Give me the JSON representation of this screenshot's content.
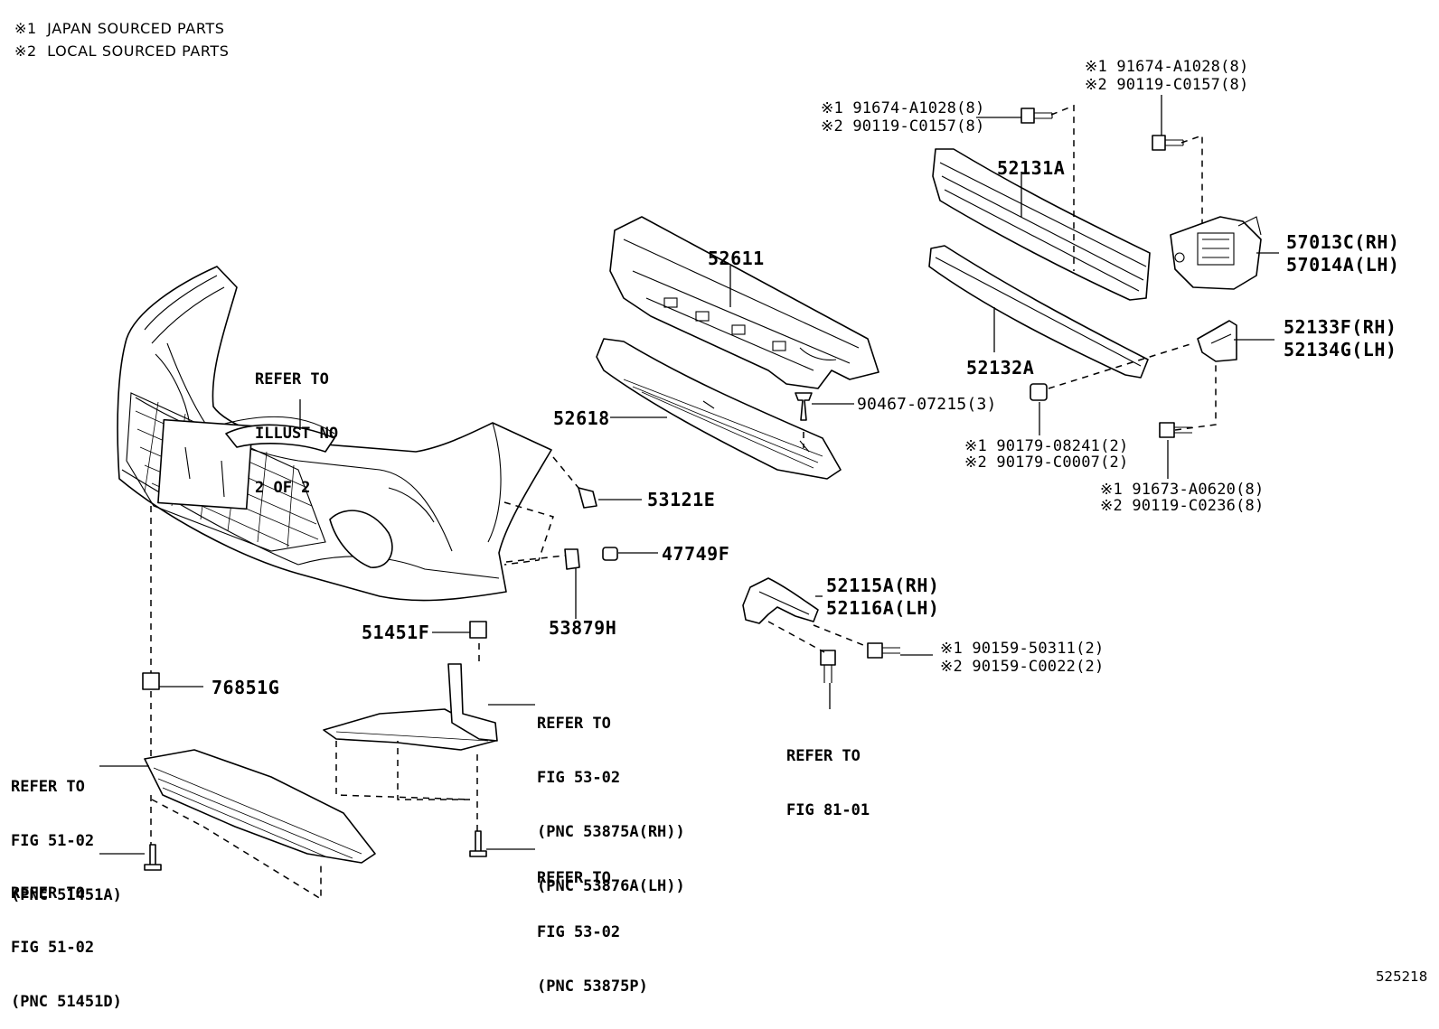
{
  "notes": [
    {
      "mark": "※1",
      "text": "JAPAN SOURCED PARTS"
    },
    {
      "mark": "※2",
      "text": "LOCAL SOURCED PARTS"
    }
  ],
  "parts": {
    "p52611": "52611",
    "p52618": "52618",
    "p52131A": "52131A",
    "p52132A": "52132A",
    "p57013C": "57013C(RH)",
    "p57014A": "57014A(LH)",
    "p52133F": "52133F(RH)",
    "p52134G": "52134G(LH)",
    "p53121E": "53121E",
    "p47749F": "47749F",
    "p53879H": "53879H",
    "p51451F": "51451F",
    "p76851G": "76851G",
    "p52115A": "52115A(RH)",
    "p52116A": "52116A(LH)",
    "p90467": "90467-07215(3)"
  },
  "fasteners": {
    "f1a": "※1 91674-A1028(8)",
    "f1b": "※2 90119-C0157(8)",
    "f2a": "※1 91674-A1028(8)",
    "f2b": "※2 90119-C0157(8)",
    "f3a": "※1 90179-08241(2)",
    "f3b": "※2 90179-C0007(2)",
    "f4a": "※1 91673-A0620(8)",
    "f4b": "※2 90119-C0236(8)",
    "f5a": "※1 90159-50311(2)",
    "f5b": "※2 90159-C0022(2)"
  },
  "refs": {
    "r_illust": [
      "REFER TO",
      "ILLUST NO",
      "2 OF 2"
    ],
    "r_5302a": [
      "REFER TO",
      "FIG 53-02",
      "(PNC 53875A(RH))",
      "(PNC 53876A(LH))"
    ],
    "r_5102a": [
      "REFER TO",
      "FIG 51-02",
      "(PNC 51451A)"
    ],
    "r_5102d": [
      "REFER TO",
      "FIG 51-02",
      "(PNC 51451D)"
    ],
    "r_5302p": [
      "REFER TO",
      "FIG 53-02",
      "(PNC 53875P)"
    ],
    "r_8101": [
      "REFER TO",
      "FIG 81-01"
    ]
  },
  "illustration_id": "525218"
}
